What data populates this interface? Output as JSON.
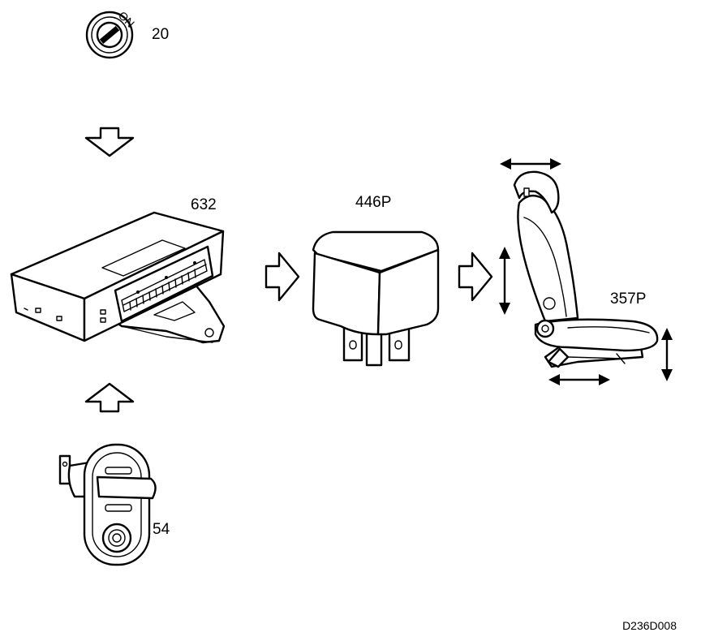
{
  "labels": {
    "ignition_switch": "20",
    "control_unit": "632",
    "relay": "446P",
    "seat": "357P",
    "door_switch": "54",
    "ignition_on_text": "ON",
    "drawing_code": "D236D008"
  }
}
